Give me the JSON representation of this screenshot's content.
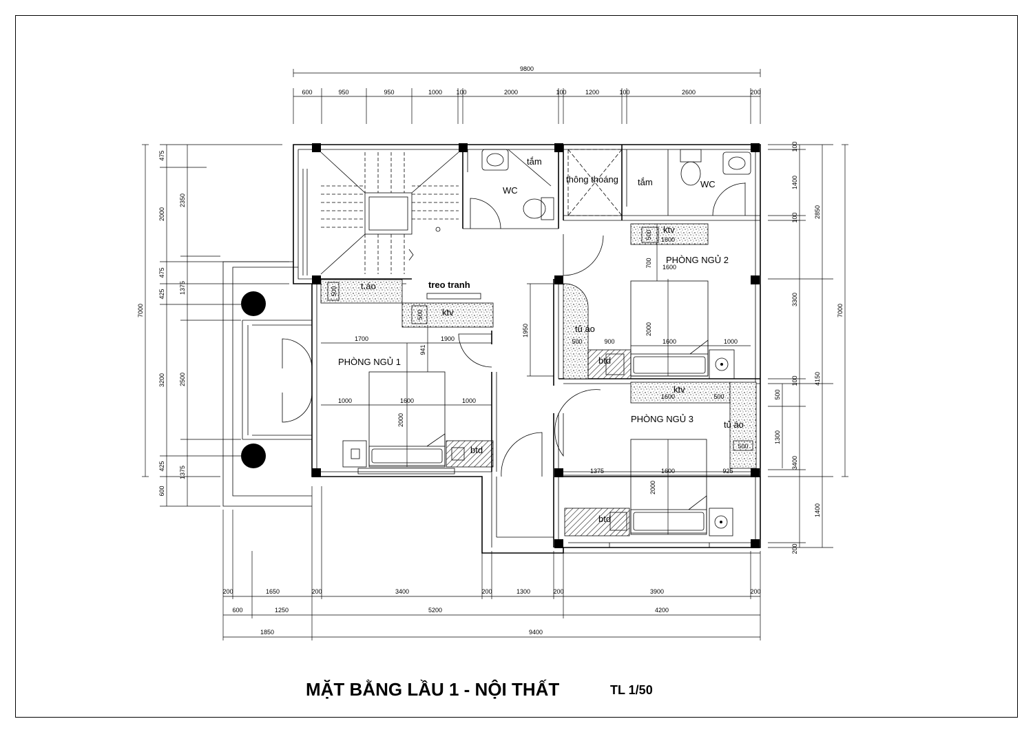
{
  "title": "MẶT BẰNG LẦU 1 - NỘI THẤT",
  "scale": "TL 1/50",
  "rooms": {
    "wc1": "WC",
    "tam1": "tắm",
    "thong_thoang": "thông thoáng",
    "tam2": "tắm",
    "wc2": "WC",
    "phong_ngu_1": "PHÒNG NGỦ 1",
    "phong_ngu_2": "PHÒNG NGỦ 2",
    "phong_ngu_3": "PHÒNG NGỦ 3",
    "treo_tranh": "treo tranh"
  },
  "furniture": {
    "t_ao": "t.áo",
    "ktv_1": "ktv",
    "ktv_2": "ktv",
    "ktv_3": "ktv",
    "tu_ao_2": "tủ áo",
    "tu_ao_3": "tủ áo",
    "btd_1": "btd",
    "btd_2": "btd",
    "btd_3": "btd"
  },
  "dims": {
    "top_total": "9800",
    "top": [
      "600",
      "950",
      "950",
      "1000",
      "100",
      "2000",
      "100",
      "1200",
      "100",
      "2600",
      "200"
    ],
    "bottom1": [
      "200",
      "1650",
      "200",
      "3400",
      "200",
      "1300",
      "200",
      "3900",
      "200"
    ],
    "bottom2": [
      "600",
      "1250",
      "5200",
      "4200"
    ],
    "bottom3": [
      "1850",
      "9400"
    ],
    "left_total": "7000",
    "left1": [
      "475",
      "2000",
      "475",
      "425",
      "3200",
      "425",
      "600"
    ],
    "left2": [
      "2350",
      "1375",
      "2500",
      "1375"
    ],
    "right_total": "7000",
    "right1": [
      "100",
      "1400",
      "100",
      "3300",
      "100",
      "500",
      "1300",
      "3400",
      "1400",
      "200"
    ],
    "right2": [
      "2850",
      "4150"
    ],
    "inner": {
      "pn1_top_a": "1700",
      "pn1_top_b": "1900",
      "pn1_941": "941",
      "pn1_bed_a": "1000",
      "pn1_bed_w": "1600",
      "pn1_bed_b": "1000",
      "pn1_bed_l": "2000",
      "tao_500": "500",
      "ktv1_500": "500",
      "ktv2_500": "500",
      "ktv2_1600": "1600",
      "pn2_700": "700",
      "pn2_1600a": "1600",
      "pn2_bed_l": "2000",
      "pn2_tu_500": "500",
      "pn2_900": "900",
      "pn2_1600b": "1600",
      "pn2_1000": "1000",
      "pn2_1950": "1950",
      "pn3_1600a": "1600",
      "pn3_500a": "500",
      "pn3_500b": "500",
      "pn3_1375": "1375",
      "pn3_1600b": "1600",
      "pn3_925": "925",
      "pn3_bed_l": "2000"
    }
  }
}
